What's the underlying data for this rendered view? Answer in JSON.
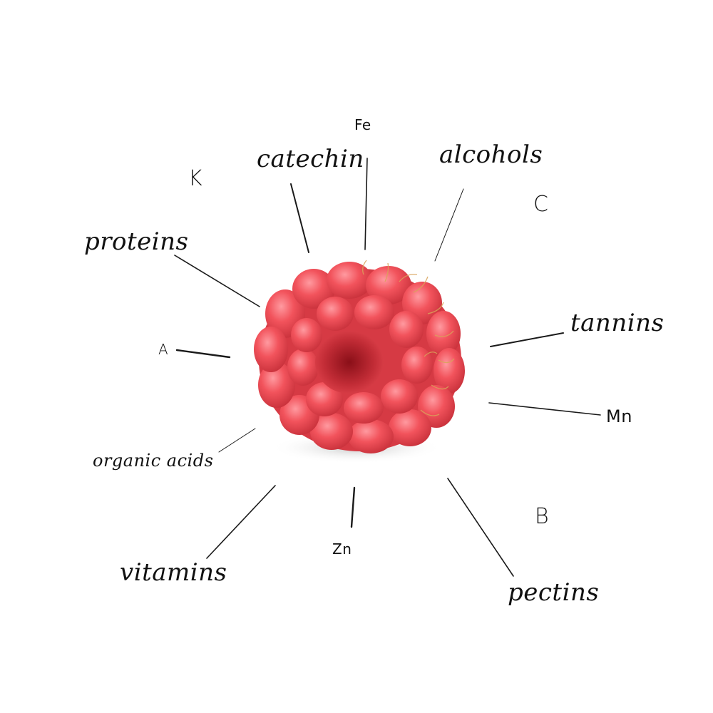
{
  "labels": {
    "catechin": "catechin",
    "fe": "Fe",
    "alcohols": "alcohols",
    "k": "K",
    "c": "C",
    "proteins": "proteins",
    "tannins": "tannins",
    "a": "A",
    "mn": "Mn",
    "organic_acids": "organic acids",
    "zn": "Zn",
    "b": "B",
    "vitamins": "vitamins",
    "pectins": "pectins"
  },
  "colors": {
    "berry": "#e8474f",
    "line": "#1a1a1a"
  },
  "illustration": "raspberry"
}
